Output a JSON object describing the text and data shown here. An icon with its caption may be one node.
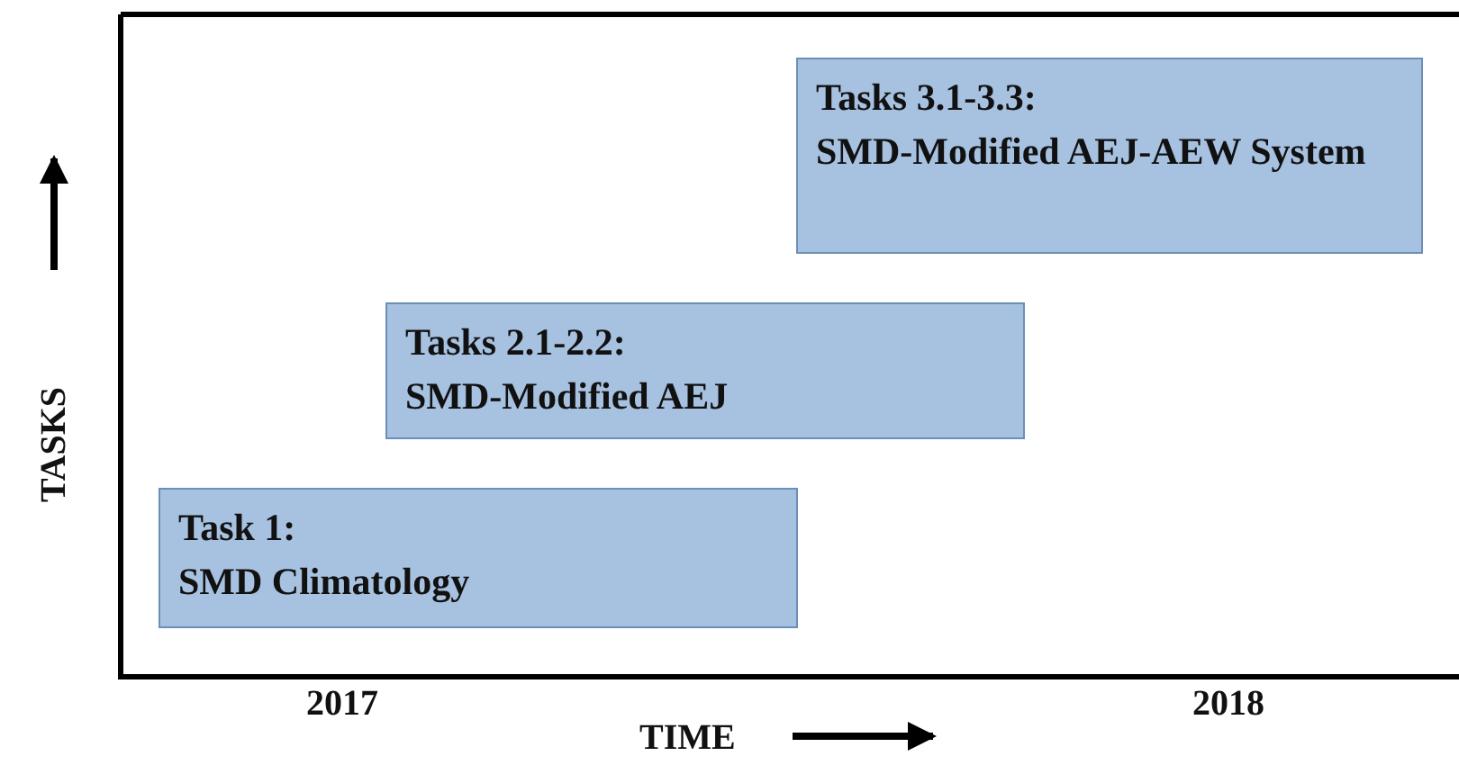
{
  "diagram": {
    "nodes": [
      {
        "text": [
          "Task 1:",
          "SMD Climatology"
        ]
      },
      {
        "text": [
          "Tasks 2.1-2.2:",
          "SMD-Modified AEJ"
        ]
      },
      {
        "text": [
          "Tasks 3.1-3.3:",
          "SMD-Modified AEJ-AEW System"
        ]
      }
    ],
    "edges": [],
    "labels": [
      "TASKS",
      "2017",
      "TIME",
      "2018"
    ]
  }
}
